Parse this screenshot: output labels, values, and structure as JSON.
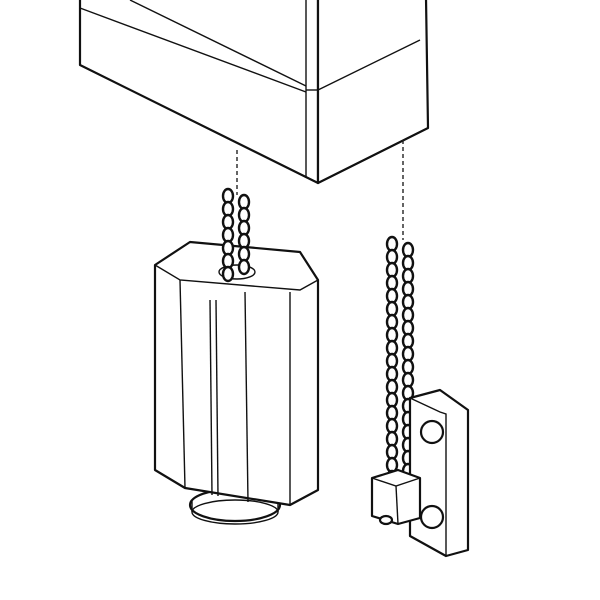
{
  "colors": {
    "line": "#111111",
    "background": "#ffffff"
  },
  "parts": [
    "housing",
    "winding-drum",
    "drum-chain",
    "bracket-chain",
    "wall-bracket"
  ]
}
